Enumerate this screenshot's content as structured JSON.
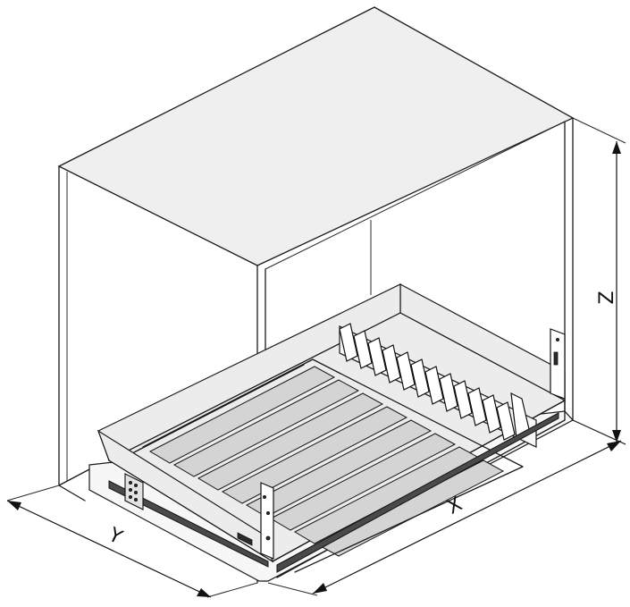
{
  "dimensions": {
    "x_label": "X",
    "y_label": "Y",
    "z_label": "Z"
  }
}
